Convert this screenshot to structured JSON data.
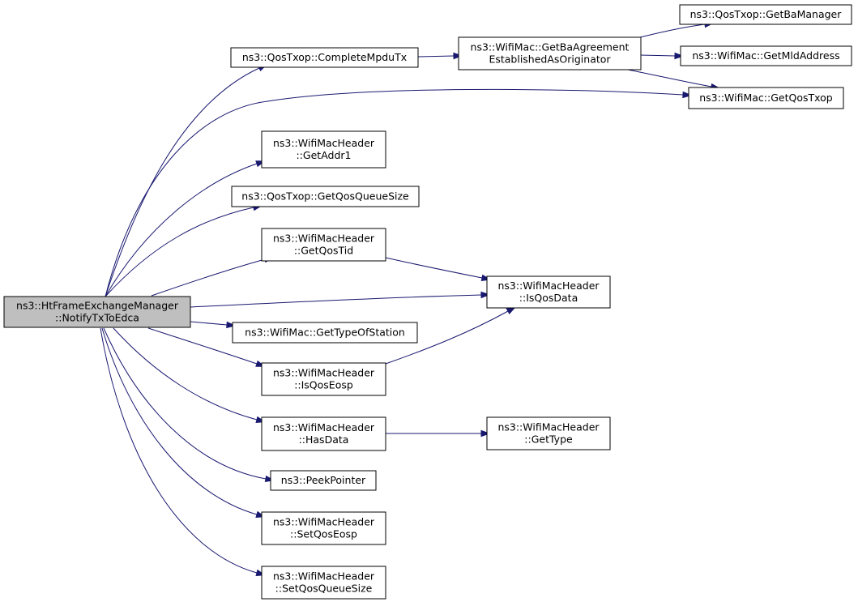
{
  "nodes": [
    {
      "id": "root",
      "lines": [
        "ns3::HtFrameExchangeManager",
        "::NotifyTxToEdca"
      ],
      "highlight": true
    },
    {
      "id": "complete_mpdu_tx",
      "lines": [
        "ns3::QosTxop::CompleteMpduTx"
      ]
    },
    {
      "id": "get_ba_agreement",
      "lines": [
        "ns3::WifiMac::GetBaAgreement",
        "EstablishedAsOriginator"
      ]
    },
    {
      "id": "get_ba_manager",
      "lines": [
        "ns3::QosTxop::GetBaManager"
      ]
    },
    {
      "id": "get_mld_address",
      "lines": [
        "ns3::WifiMac::GetMldAddress"
      ]
    },
    {
      "id": "get_qos_txop",
      "lines": [
        "ns3::WifiMac::GetQosTxop"
      ]
    },
    {
      "id": "get_addr1",
      "lines": [
        "ns3::WifiMacHeader",
        "::GetAddr1"
      ]
    },
    {
      "id": "get_qos_queue_size",
      "lines": [
        "ns3::QosTxop::GetQosQueueSize"
      ]
    },
    {
      "id": "get_qos_tid",
      "lines": [
        "ns3::WifiMacHeader",
        "::GetQosTid"
      ]
    },
    {
      "id": "is_qos_data",
      "lines": [
        "ns3::WifiMacHeader",
        "::IsQosData"
      ]
    },
    {
      "id": "get_type_of_station",
      "lines": [
        "ns3::WifiMac::GetTypeOfStation"
      ]
    },
    {
      "id": "is_qos_eosp",
      "lines": [
        "ns3::WifiMacHeader",
        "::IsQosEosp"
      ]
    },
    {
      "id": "has_data",
      "lines": [
        "ns3::WifiMacHeader",
        "::HasData"
      ]
    },
    {
      "id": "get_type",
      "lines": [
        "ns3::WifiMacHeader",
        "::GetType"
      ]
    },
    {
      "id": "peek_pointer",
      "lines": [
        "ns3::PeekPointer"
      ]
    },
    {
      "id": "set_qos_eosp",
      "lines": [
        "ns3::WifiMacHeader",
        "::SetQosEosp"
      ]
    },
    {
      "id": "set_qos_queue_size",
      "lines": [
        "ns3::WifiMacHeader",
        "::SetQosQueueSize"
      ]
    }
  ],
  "edges": [
    {
      "from": "root",
      "to": "complete_mpdu_tx"
    },
    {
      "from": "complete_mpdu_tx",
      "to": "get_ba_agreement"
    },
    {
      "from": "get_ba_agreement",
      "to": "get_ba_manager"
    },
    {
      "from": "get_ba_agreement",
      "to": "get_mld_address"
    },
    {
      "from": "get_ba_agreement",
      "to": "get_qos_txop"
    },
    {
      "from": "root",
      "to": "get_qos_txop"
    },
    {
      "from": "root",
      "to": "get_addr1"
    },
    {
      "from": "root",
      "to": "get_qos_queue_size"
    },
    {
      "from": "root",
      "to": "get_qos_tid"
    },
    {
      "from": "get_qos_tid",
      "to": "is_qos_data"
    },
    {
      "from": "root",
      "to": "is_qos_data"
    },
    {
      "from": "root",
      "to": "get_type_of_station"
    },
    {
      "from": "root",
      "to": "is_qos_eosp"
    },
    {
      "from": "is_qos_eosp",
      "to": "is_qos_data"
    },
    {
      "from": "root",
      "to": "has_data"
    },
    {
      "from": "has_data",
      "to": "get_type"
    },
    {
      "from": "root",
      "to": "peek_pointer"
    },
    {
      "from": "root",
      "to": "set_qos_eosp"
    },
    {
      "from": "root",
      "to": "set_qos_queue_size"
    }
  ],
  "colors": {
    "edge": "#191970",
    "node_border": "#000000",
    "node_fill": "#ffffff",
    "highlight_fill": "#bfbfbf"
  }
}
